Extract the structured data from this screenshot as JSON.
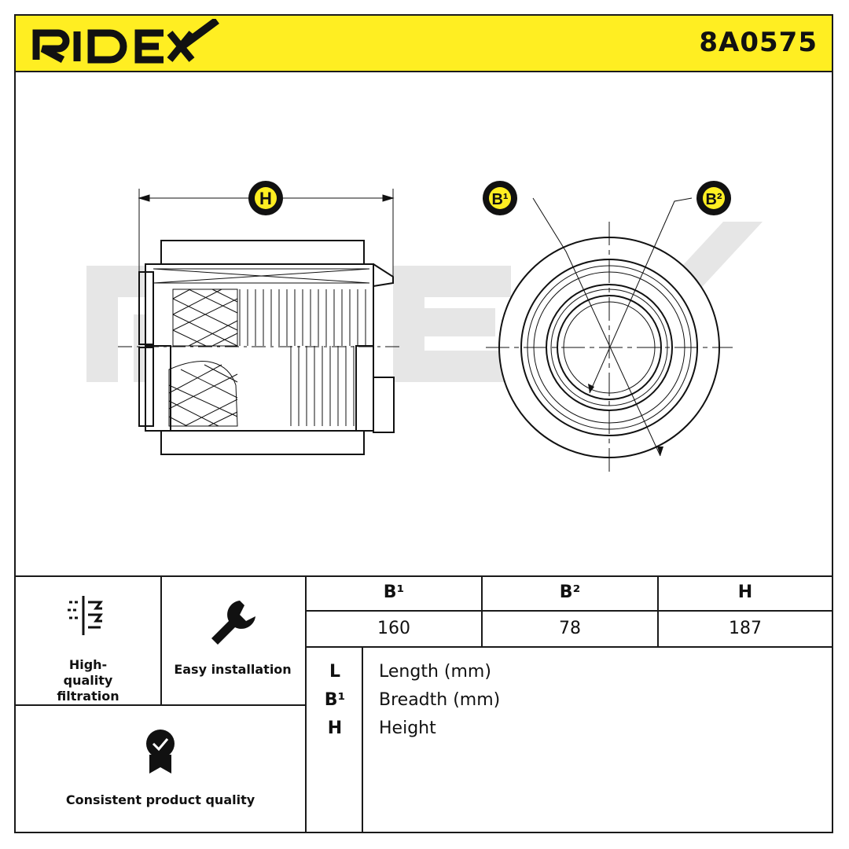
{
  "header": {
    "brand": "RIDEX",
    "part_number": "8A0575",
    "background_color": "#ffee22"
  },
  "drawing": {
    "side_view_label": "H",
    "front_view_label_1": "B¹",
    "front_view_label_2": "B²"
  },
  "features": [
    {
      "icon": "filtration-icon",
      "label": "High-quality filtration"
    },
    {
      "icon": "wrench-icon",
      "label": "Easy installation"
    },
    {
      "icon": "quality-badge-icon",
      "label": "Consistent product quality"
    }
  ],
  "dimensions": {
    "headers": [
      "B¹",
      "B²",
      "H"
    ],
    "values": [
      "160",
      "78",
      "187"
    ]
  },
  "legend": [
    {
      "code": "L",
      "description": "Length (mm)"
    },
    {
      "code": "B¹",
      "description": "Breadth (mm)"
    },
    {
      "code": "H",
      "description": "Height"
    }
  ]
}
